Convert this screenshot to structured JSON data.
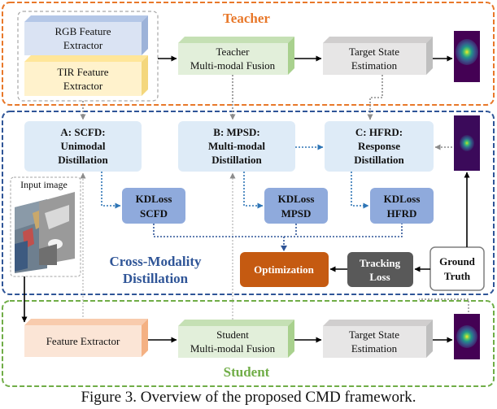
{
  "teacher": {
    "title": "Teacher",
    "rgb_extractor": [
      "RGB Feature",
      "Extractor"
    ],
    "tir_extractor": [
      "TIR Feature",
      "Extractor"
    ],
    "fusion": [
      "Teacher",
      "Multi-modal Fusion"
    ],
    "target_state": [
      "Target State",
      "Estimation"
    ]
  },
  "distill": {
    "title": [
      "Cross-Modality",
      "Distillation"
    ],
    "scfd": [
      "A: SCFD:",
      "Unimodal",
      "Distillation"
    ],
    "mpsd": [
      "B: MPSD:",
      "Multi-modal",
      "Distillation"
    ],
    "hfrd": [
      "C: HFRD:",
      "Response",
      "Distillation"
    ],
    "kd_scfd": [
      "KDLoss",
      "SCFD"
    ],
    "kd_mpsd": [
      "KDLoss",
      "MPSD"
    ],
    "kd_hfrd": [
      "KDLoss",
      "HFRD"
    ],
    "optimization": "Optimization",
    "tracking_loss": [
      "Tracking",
      "Loss"
    ],
    "ground_truth": [
      "Ground",
      "Truth"
    ],
    "input_image": "Input image"
  },
  "student": {
    "title": "Student",
    "feature_extractor": "Feature Extractor",
    "fusion": [
      "Student",
      "Multi-modal Fusion"
    ],
    "target_state": [
      "Target State",
      "Estimation"
    ]
  },
  "caption": "Figure 3. Overview of the proposed CMD framework.",
  "colors": {
    "teacher_accent": "#E8782A",
    "distill_accent": "#2F5597",
    "student_accent": "#70AD47",
    "optimization": "#C55A11",
    "tracking_loss": "#595959",
    "kd_loss": "#8FAADC",
    "distill_box": "#DEEBF7",
    "green_box": "#E2EFDA",
    "gray_box": "#E7E6E6",
    "rgb_box": "#DAE3F3",
    "tir_box": "#FFF2CC",
    "pink_box": "#FBE5D6"
  }
}
